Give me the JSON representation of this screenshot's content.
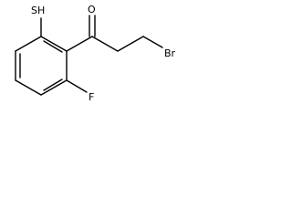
{
  "diagram": {
    "type": "chemical-structure",
    "atoms": {
      "thiol": "SH",
      "carbonyl_oxygen": "O",
      "bromine": "Br",
      "fluorine": "F"
    },
    "colors": {
      "bond": "#000000",
      "label": "#000000",
      "background": "#ffffff"
    }
  }
}
